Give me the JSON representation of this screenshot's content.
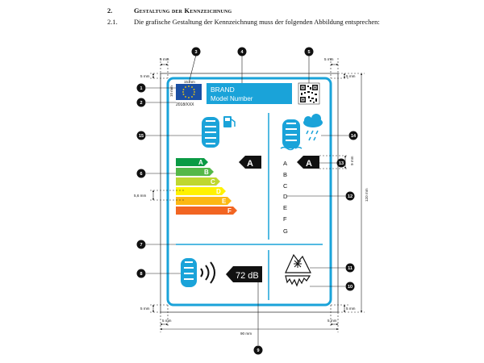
{
  "section": {
    "number": "2.",
    "title": "Gestaltung der Kennzeichnung",
    "subsection_number": "2.1.",
    "text": "Die grafische Gestaltung der Kennzeichnung muss der folgenden Abbildung entsprechen:"
  },
  "label": {
    "brand": "BRAND",
    "model": "Model Number",
    "regulation": "2018/XXX",
    "fuel_class": "A",
    "wet_grip_class": "A",
    "noise_value": "72 dB",
    "fuel_scale": [
      "A",
      "B",
      "C",
      "D",
      "E",
      "F"
    ],
    "fuel_scale_colors": [
      "#0a9a44",
      "#54b848",
      "#bfd730",
      "#fff200",
      "#fcb813",
      "#f26522"
    ],
    "wet_grip_scale": [
      "A",
      "B",
      "C",
      "D",
      "E",
      "F",
      "G"
    ],
    "frame_color": "#1aa3d9"
  },
  "dimensions": {
    "mm5_top_left": "5 mm",
    "mm5_top_right": "5 mm",
    "mm5_right_top": "5 mm",
    "mm5_left_top": "5 mm",
    "mm5_bottom_left": "5 mm",
    "mm5_bottom_right": "5 mm",
    "mm5_bottom_under_left": "5 mm",
    "mm5_bottom_under_right": "5 mm",
    "flag_w": "15 mm",
    "flag_h": "10 mm",
    "wet_gap": "9 mm",
    "bar_pitch": "5,6 mm",
    "width": "90 mm",
    "height": "120 mm"
  },
  "callouts": [
    "1",
    "2",
    "3",
    "4",
    "5",
    "6",
    "7",
    "8",
    "9",
    "10",
    "11",
    "12",
    "13",
    "14",
    "15"
  ]
}
